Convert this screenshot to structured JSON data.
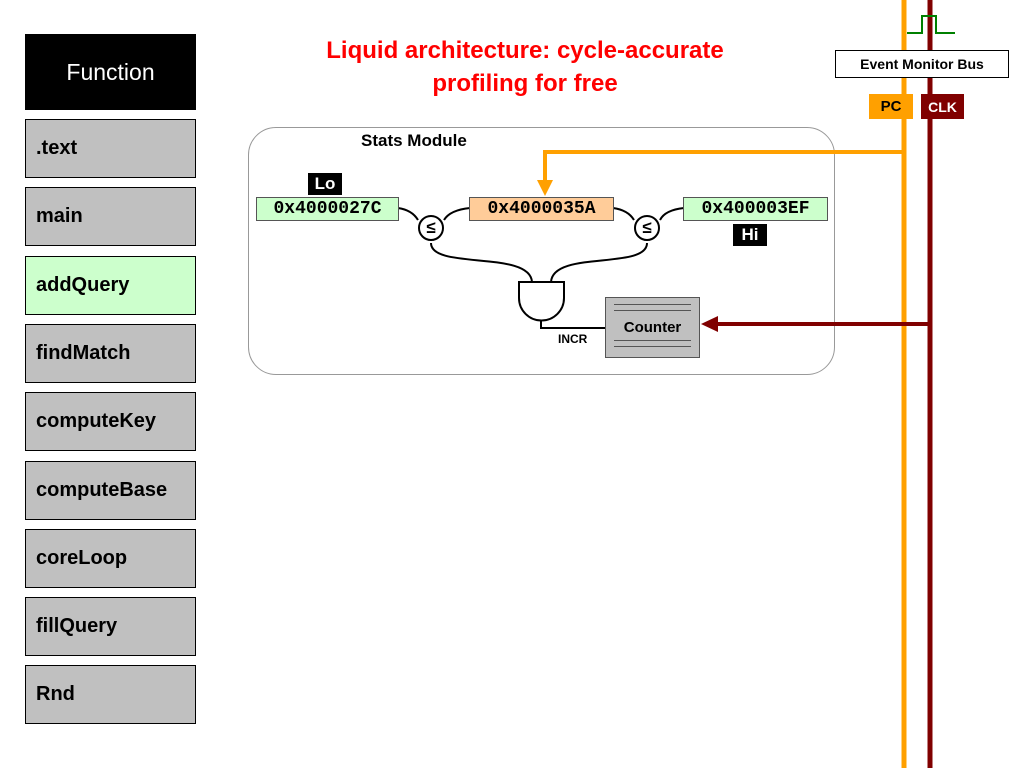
{
  "sidebar": {
    "header": "Function",
    "items": [
      {
        "label": ".text",
        "active": false
      },
      {
        "label": "main",
        "active": false
      },
      {
        "label": "addQuery",
        "active": true
      },
      {
        "label": "findMatch",
        "active": false
      },
      {
        "label": "computeKey",
        "active": false
      },
      {
        "label": "computeBase",
        "active": false
      },
      {
        "label": "coreLoop",
        "active": false
      },
      {
        "label": "fillQuery",
        "active": false
      },
      {
        "label": "Rnd",
        "active": false
      }
    ]
  },
  "title": {
    "line1": "Liquid architecture:  cycle-accurate",
    "line2": "profiling for free"
  },
  "stats_module": {
    "title": "Stats Module",
    "lo_tag": "Lo",
    "hi_tag": "Hi",
    "lo_value": "0x4000027C",
    "pc_value": "0x4000035A",
    "hi_value": "0x400003EF",
    "compare_symbol": "≤",
    "counter_label": "Counter",
    "incr_label": "INCR"
  },
  "bus": {
    "label": "Event Monitor Bus",
    "pc_label": "PC",
    "clk_label": "CLK"
  },
  "colors": {
    "title": "#ff0000",
    "pc": "#ffa000",
    "clk": "#800000",
    "range_box": "#ccffcc",
    "pc_box": "#ffcc99",
    "sidebar_item": "#c0c0c0",
    "sidebar_active": "#ccffcc"
  }
}
